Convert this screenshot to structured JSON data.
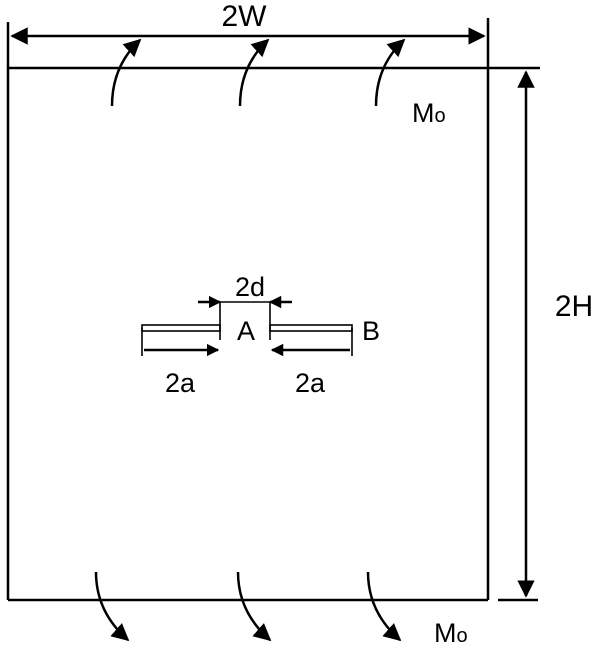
{
  "labels": {
    "width": "2W",
    "height": "2H",
    "gap": "2d",
    "crack_left": "2a",
    "crack_right": "2a",
    "point_a": "A",
    "point_b": "B",
    "moment_top": "M",
    "moment_top_sub": "o",
    "moment_bottom": "M",
    "moment_bottom_sub": "o"
  }
}
